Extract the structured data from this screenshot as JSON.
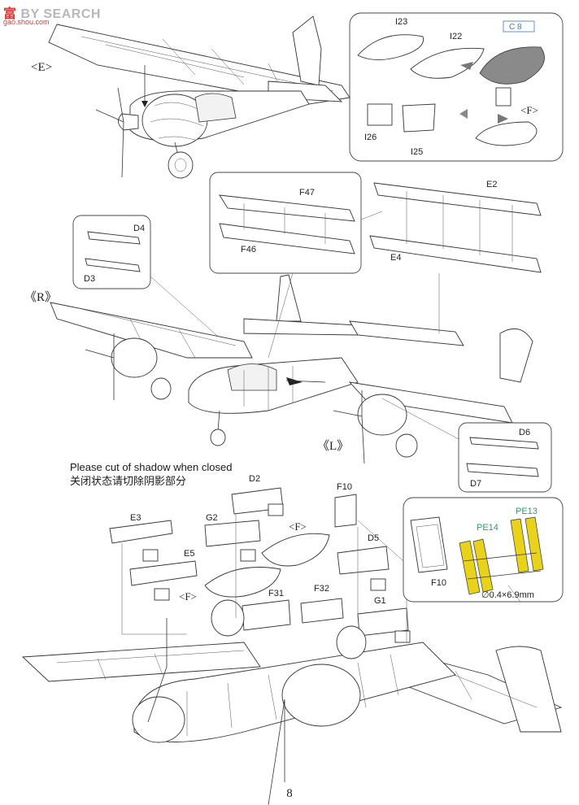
{
  "watermark": {
    "brand_cn": "富",
    "brand_mid": "BY",
    "brand_en": "SEARCH",
    "url": "gao.shou.com"
  },
  "labels": {
    "E_view": "<E>",
    "F_view": "<F>",
    "R_view": "《R》",
    "L_view": "《L》",
    "I23": "I23",
    "I22": "I22",
    "C8": "C 8",
    "I26": "I26",
    "I25": "I25",
    "F47": "F47",
    "F46": "F46",
    "E2": "E2",
    "E4": "E4",
    "D4": "D4",
    "D3": "D3",
    "D6": "D6",
    "D7": "D7",
    "D2": "D2",
    "F10": "F10",
    "E3": "E3",
    "G2": "G2",
    "F_mid": "<F>",
    "D5": "D5",
    "E5": "E5",
    "F_low": "<F>",
    "F31": "F31",
    "F32": "F32",
    "G1": "G1",
    "PE14": "PE14",
    "PE13": "PE13",
    "F10b": "F10",
    "rod": "∅0.4×6.9mm"
  },
  "note": {
    "en": "Please cut of shadow when closed",
    "cn": "关闭状态请切除阴影部分"
  },
  "page_number": "8",
  "colors": {
    "pe_parts": "#e8d21a",
    "pe_label": "#2a9a6a",
    "c8_label": "#3a78c0",
    "c8_part": "#8a8a8a"
  }
}
